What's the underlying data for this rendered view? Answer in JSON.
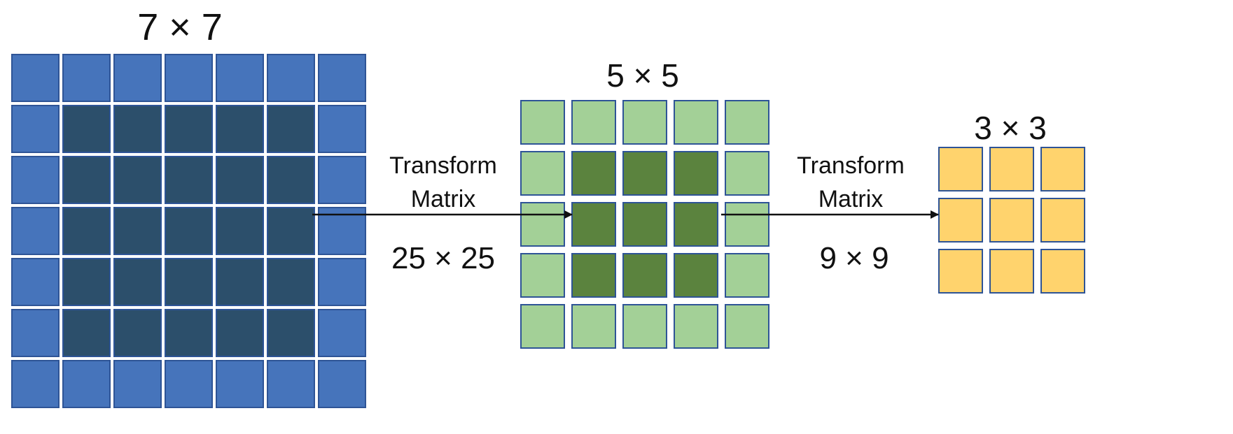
{
  "colors": {
    "grid7_outer": "#4674BB",
    "grid7_inner": "#2C4F6B",
    "grid7_border": "#2E5496",
    "grid5_outer": "#A3D097",
    "grid5_inner": "#5B833E",
    "grid5_border": "#2E5496",
    "grid3_fill": "#FFD36D",
    "grid3_border": "#2E5496",
    "arrow": "#111111"
  },
  "grids": [
    {
      "id": "grid-7x7",
      "label": "7 × 7",
      "rows": 7,
      "cols": 7
    },
    {
      "id": "grid-5x5",
      "label": "5 × 5",
      "rows": 5,
      "cols": 5
    },
    {
      "id": "grid-3x3",
      "label": "3 × 3",
      "rows": 3,
      "cols": 3
    }
  ],
  "arrows": [
    {
      "line1": "Transform",
      "line2": "Matrix",
      "size": "25 × 25"
    },
    {
      "line1": "Transform",
      "line2": "Matrix",
      "size": "9 × 9"
    }
  ]
}
